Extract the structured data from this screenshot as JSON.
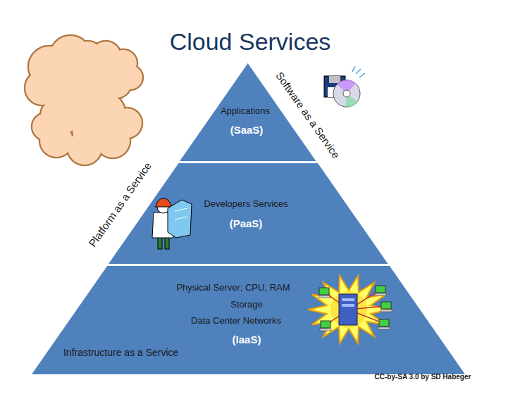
{
  "diagram": {
    "title": "Cloud Services",
    "nodes": [
      {
        "text": [
          "Applications",
          "(SaaS)"
        ]
      },
      {
        "text": [
          "Developers Services",
          "(PaaS)"
        ]
      },
      {
        "text": [
          "Physical Server; CPU, RAM",
          "Storage",
          "Data Center Networks",
          "(IaaS)",
          "Infrastructure as a Service"
        ]
      }
    ],
    "edges": [],
    "labels": [
      "Software as a Service",
      "Platform as a Service",
      "CC-by-SA 3.0 by SD Habeger"
    ]
  }
}
